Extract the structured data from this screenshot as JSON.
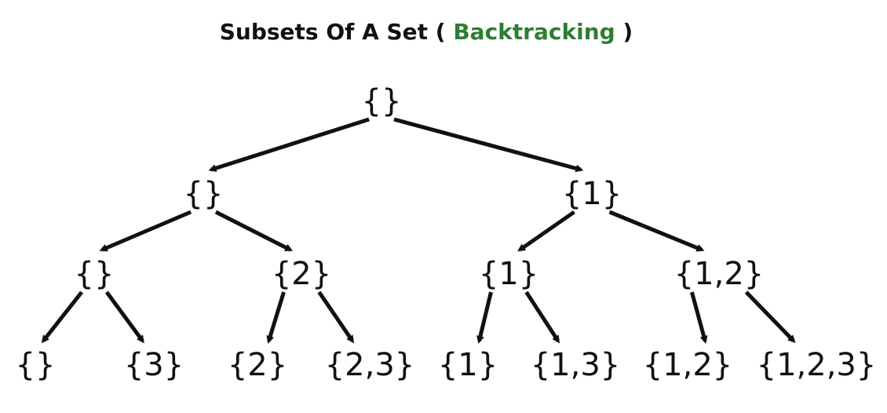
{
  "title": {
    "prefix": "Subsets Of A Set ( ",
    "accent": "Backtracking",
    "suffix": " )",
    "accent_color": "#2e7d32"
  },
  "tree": {
    "nodes": [
      {
        "id": "root",
        "label": "{}"
      },
      {
        "id": "l1a",
        "label": "{}"
      },
      {
        "id": "l1b",
        "label": "{1}"
      },
      {
        "id": "l2a",
        "label": "{}"
      },
      {
        "id": "l2b",
        "label": "{2}"
      },
      {
        "id": "l2c",
        "label": "{1}"
      },
      {
        "id": "l2d",
        "label": "{1,2}"
      },
      {
        "id": "l3a",
        "label": "{}"
      },
      {
        "id": "l3b",
        "label": "{3}"
      },
      {
        "id": "l3c",
        "label": "{2}"
      },
      {
        "id": "l3d",
        "label": "{2,3}"
      },
      {
        "id": "l3e",
        "label": "{1}"
      },
      {
        "id": "l3f",
        "label": "{1,3}"
      },
      {
        "id": "l3g",
        "label": "{1,2}"
      },
      {
        "id": "l3h",
        "label": "{1,2,3}"
      }
    ],
    "edges": [
      {
        "from": "root",
        "to": "l1a"
      },
      {
        "from": "root",
        "to": "l1b"
      },
      {
        "from": "l1a",
        "to": "l2a"
      },
      {
        "from": "l1a",
        "to": "l2b"
      },
      {
        "from": "l1b",
        "to": "l2c"
      },
      {
        "from": "l1b",
        "to": "l2d"
      },
      {
        "from": "l2a",
        "to": "l3a"
      },
      {
        "from": "l2a",
        "to": "l3b"
      },
      {
        "from": "l2b",
        "to": "l3c"
      },
      {
        "from": "l2b",
        "to": "l3d"
      },
      {
        "from": "l2c",
        "to": "l3e"
      },
      {
        "from": "l2c",
        "to": "l3f"
      },
      {
        "from": "l2d",
        "to": "l3g"
      },
      {
        "from": "l2d",
        "to": "l3h"
      }
    ]
  }
}
